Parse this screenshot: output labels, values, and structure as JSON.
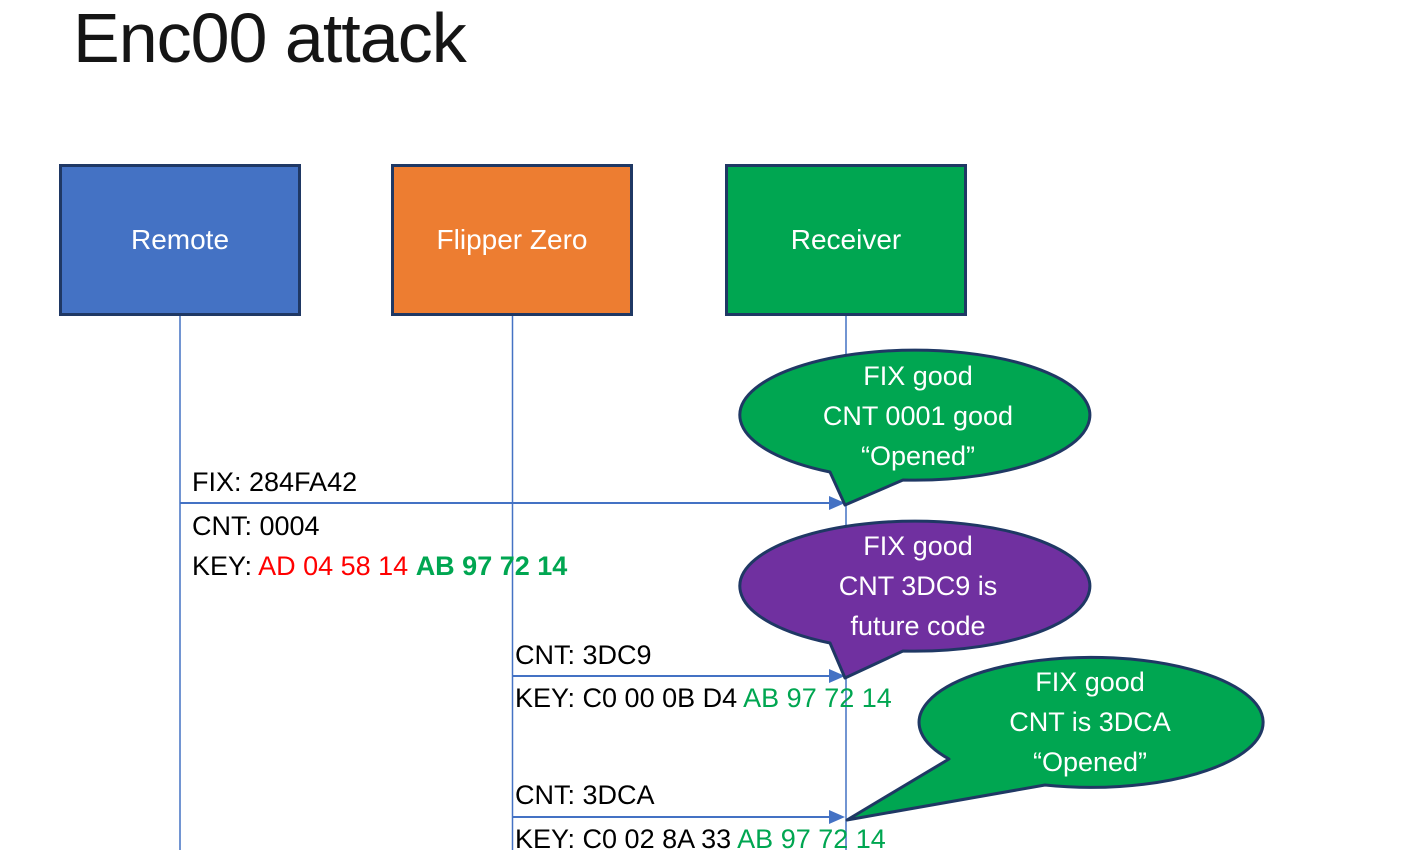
{
  "title": "Enc00 attack",
  "actors": [
    {
      "id": "remote",
      "label": "Remote"
    },
    {
      "id": "flipper",
      "label": "Flipper Zero"
    },
    {
      "id": "receiver",
      "label": "Receiver"
    }
  ],
  "colors": {
    "actor_blue": "#4472C4",
    "actor_orange": "#ED7D31",
    "green": "#00A651",
    "purple": "#7030A0",
    "outline_navy": "#1F3864",
    "arrow_blue": "#4472C4",
    "key_red": "#FF0000",
    "key_green": "#00A651"
  },
  "messages": {
    "remote_to_receiver": {
      "fix": "FIX: 284FA42",
      "cnt": "CNT: 0004",
      "key_prefix": "KEY: ",
      "key_red": "AD 04 58 14 ",
      "key_green": "AB 97 72 14"
    },
    "flipper_replay_1": {
      "cnt": "CNT: 3DC9",
      "key_prefix": "KEY: C0 00 0B D4 ",
      "key_green": "AB 97 72 14"
    },
    "flipper_replay_2": {
      "cnt": "CNT: 3DCA",
      "key_prefix": "KEY: C0 02 8A 33 ",
      "key_green": "AB 97 72 14"
    }
  },
  "callouts": [
    {
      "id": "receiver-opened-1",
      "lines": [
        "FIX good",
        "CNT 0001 good",
        "“Opened”"
      ]
    },
    {
      "id": "receiver-future",
      "lines": [
        "FIX good",
        "CNT 3DC9 is",
        "future code"
      ]
    },
    {
      "id": "receiver-opened-2",
      "lines": [
        "FIX good",
        "CNT is 3DCA",
        "“Opened”"
      ]
    }
  ]
}
